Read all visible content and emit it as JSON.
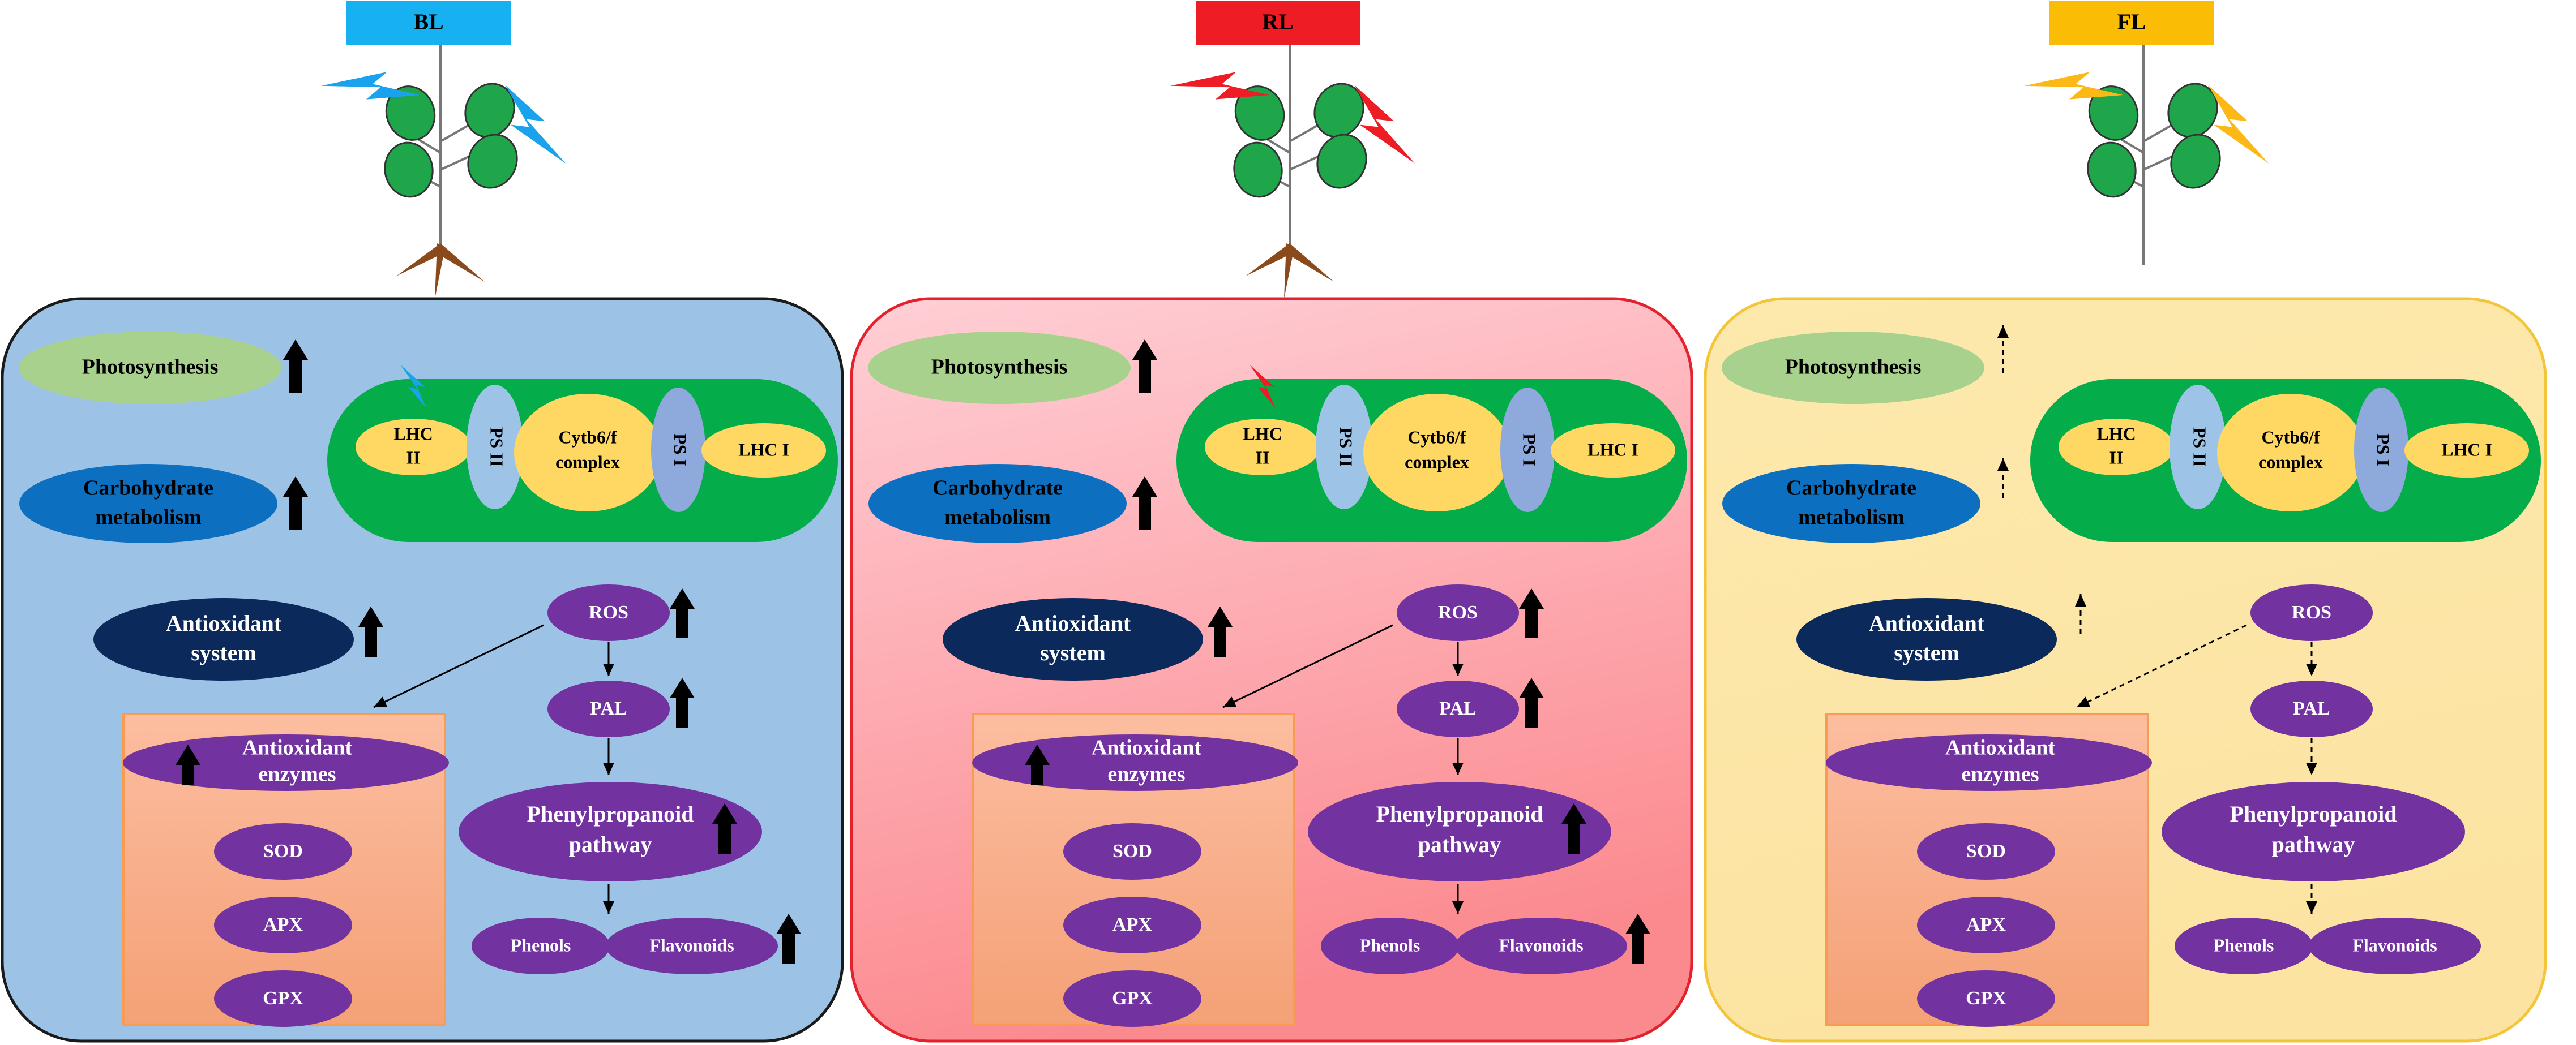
{
  "panels": [
    {
      "key": "bl",
      "light_label": "BL",
      "colors": {
        "bolt": "#1aa3ec",
        "label_bg": "#17b0f0",
        "panel_top": "#9cc3e6",
        "panel_bottom": "#9cc3e6",
        "panel_stroke": "#1a1a1a"
      },
      "show_roots": true,
      "solid_arrows": true,
      "photosynthesis": "Photosynthesis",
      "carbohydrate": [
        "Carbohydrate",
        "metabolism"
      ],
      "antioxidant_system": [
        "Antioxidant",
        "system"
      ],
      "antioxidant_enzymes": [
        "Antioxidant",
        "enzymes"
      ],
      "thylakoid": {
        "lhc2": [
          "LHC",
          "II"
        ],
        "ps2": "PS II",
        "cytb6f": [
          "Cytb6/f",
          "complex"
        ],
        "ps1": "PS I",
        "lhc1": "LHC I"
      },
      "ros": "ROS",
      "pal": "PAL",
      "phenylpropanoid": [
        "Phenylpropanoid",
        "pathway"
      ],
      "phenols": "Phenols",
      "flavonoids": "Flavonoids",
      "enzymes": [
        "SOD",
        "APX",
        "GPX"
      ]
    },
    {
      "key": "rl",
      "light_label": "RL",
      "colors": {
        "bolt": "#ee1c24",
        "label_bg": "#ee1c24",
        "panel_top": "#ffcfd6",
        "panel_bottom": "#fb8a8f",
        "panel_stroke": "#e4222d"
      },
      "show_roots": true,
      "solid_arrows": true,
      "photosynthesis": "Photosynthesis",
      "carbohydrate": [
        "Carbohydrate",
        "metabolism"
      ],
      "antioxidant_system": [
        "Antioxidant",
        "system"
      ],
      "antioxidant_enzymes": [
        "Antioxidant",
        "enzymes"
      ],
      "thylakoid": {
        "lhc2": [
          "LHC",
          "II"
        ],
        "ps2": "PS II",
        "cytb6f": [
          "Cytb6/f",
          "complex"
        ],
        "ps1": "PS I",
        "lhc1": "LHC I"
      },
      "ros": "ROS",
      "pal": "PAL",
      "phenylpropanoid": [
        "Phenylpropanoid",
        "pathway"
      ],
      "phenols": "Phenols",
      "flavonoids": "Flavonoids",
      "enzymes": [
        "SOD",
        "APX",
        "GPX"
      ]
    },
    {
      "key": "fl",
      "light_label": "FL",
      "colors": {
        "bolt": "#fbb817",
        "label_bg": "#fbbc05",
        "panel_top": "#fde9ad",
        "panel_bottom": "#fce3a2",
        "panel_stroke": "#f2c53a"
      },
      "show_roots": false,
      "solid_arrows": false,
      "photosynthesis": "Photosynthesis",
      "carbohydrate": [
        "Carbohydrate",
        "metabolism"
      ],
      "antioxidant_system": [
        "Antioxidant",
        "system"
      ],
      "antioxidant_enzymes": [
        "Antioxidant",
        "enzymes"
      ],
      "thylakoid": {
        "lhc2": [
          "LHC",
          "II"
        ],
        "ps2": "PS II",
        "cytb6f": [
          "Cytb6/f",
          "complex"
        ],
        "ps1": "PS I",
        "lhc1": "LHC I"
      },
      "ros": "ROS",
      "pal": "PAL",
      "phenylpropanoid": [
        "Phenylpropanoid",
        "pathway"
      ],
      "phenols": "Phenols",
      "flavonoids": "Flavonoids",
      "enzymes": [
        "SOD",
        "APX",
        "GPX"
      ]
    }
  ],
  "palette": {
    "leaf": "#1fa64a",
    "root": "#8b4a1c",
    "stem": "#777777",
    "photosynthesis_fill": "#a9d18e",
    "carbohydrate_fill": "#0d6fc0",
    "antioxidant_system_fill": "#0b2a5b",
    "thylakoid_fill": "#04ad4a",
    "lhc_fill": "#ffd864",
    "ps2_fill": "#9dc3e6",
    "ps1_fill": "#8ea9db",
    "pathway_fill": "#7232a0",
    "enzyme_box_top": "#fcbda0",
    "enzyme_box_bottom": "#f4a176",
    "enzyme_box_stroke": "#f79b55",
    "arrow": "#000000"
  }
}
